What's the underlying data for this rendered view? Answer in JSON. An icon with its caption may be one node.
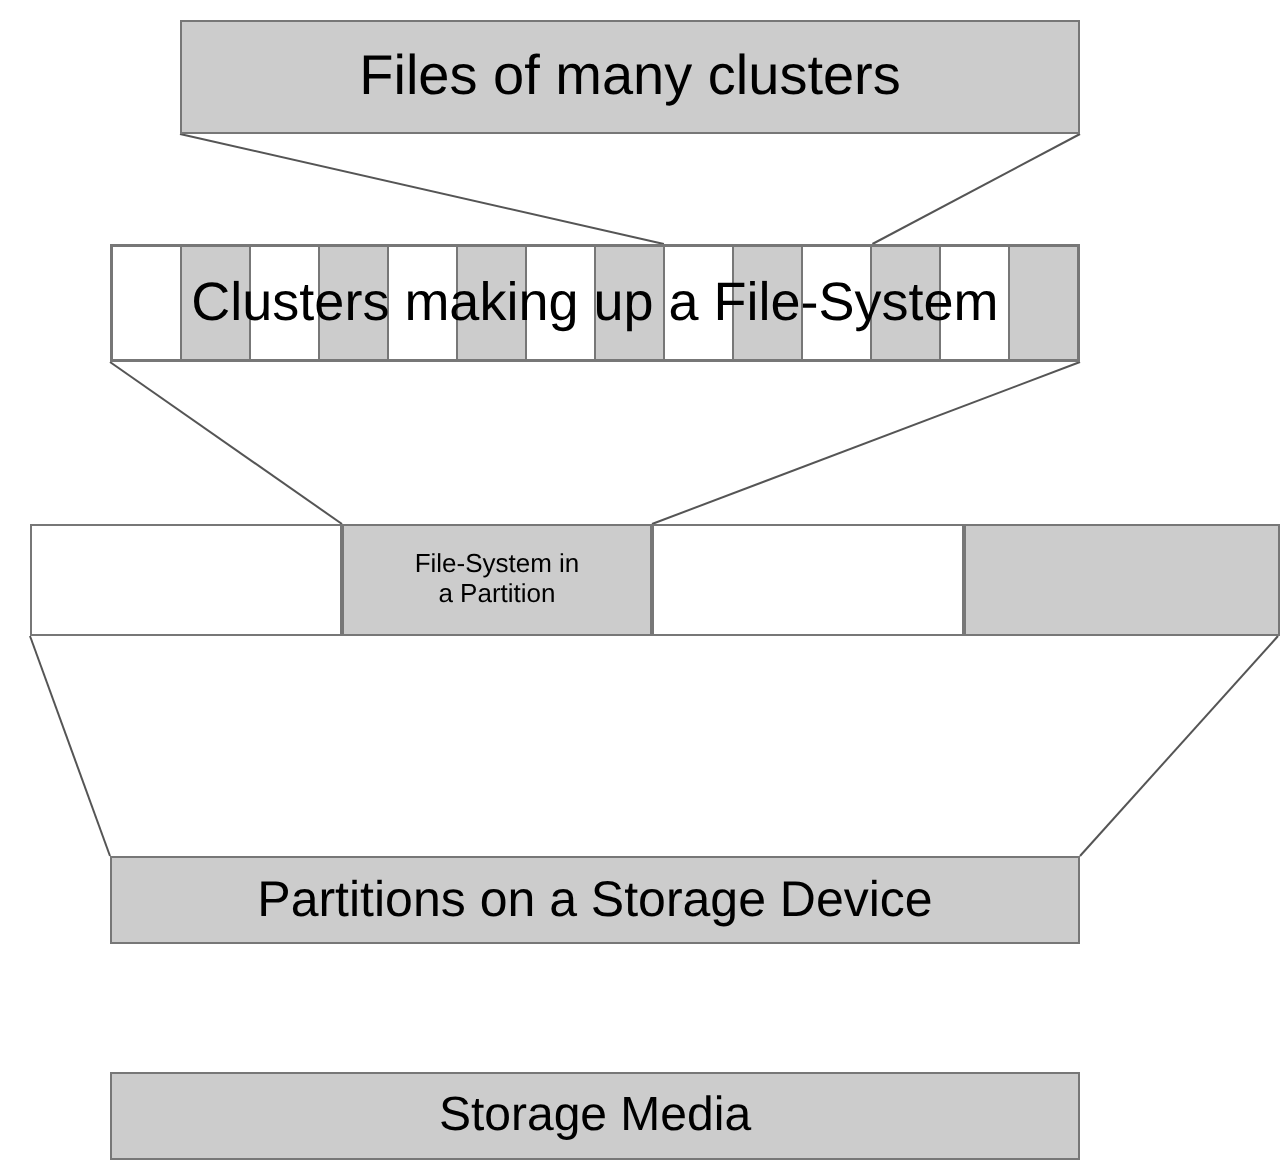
{
  "diagram": {
    "nodes": [
      {
        "text": [
          "Files of many clusters"
        ]
      },
      {
        "text": [
          "Clusters making up a File-System"
        ]
      },
      {
        "text": [],
        "shape": "box"
      },
      {
        "text": [
          "File-System in a Partition"
        ]
      },
      {
        "text": [],
        "shape": "box"
      },
      {
        "text": [],
        "shape": "box"
      },
      {
        "text": [
          "Partitions on a Storage Device"
        ]
      },
      {
        "text": [
          "Storage Media"
        ]
      }
    ],
    "edges": [
      {
        "from": 0,
        "to": 1,
        "arrow": "none"
      },
      {
        "from": 0,
        "to": 1,
        "arrow": "none"
      },
      {
        "from": 1,
        "to": 3,
        "arrow": "none"
      },
      {
        "from": 1,
        "to": 3,
        "arrow": "none"
      },
      {
        "from": 2,
        "to": 6,
        "arrow": "none"
      },
      {
        "from": 5,
        "to": 6,
        "arrow": "none"
      }
    ]
  }
}
